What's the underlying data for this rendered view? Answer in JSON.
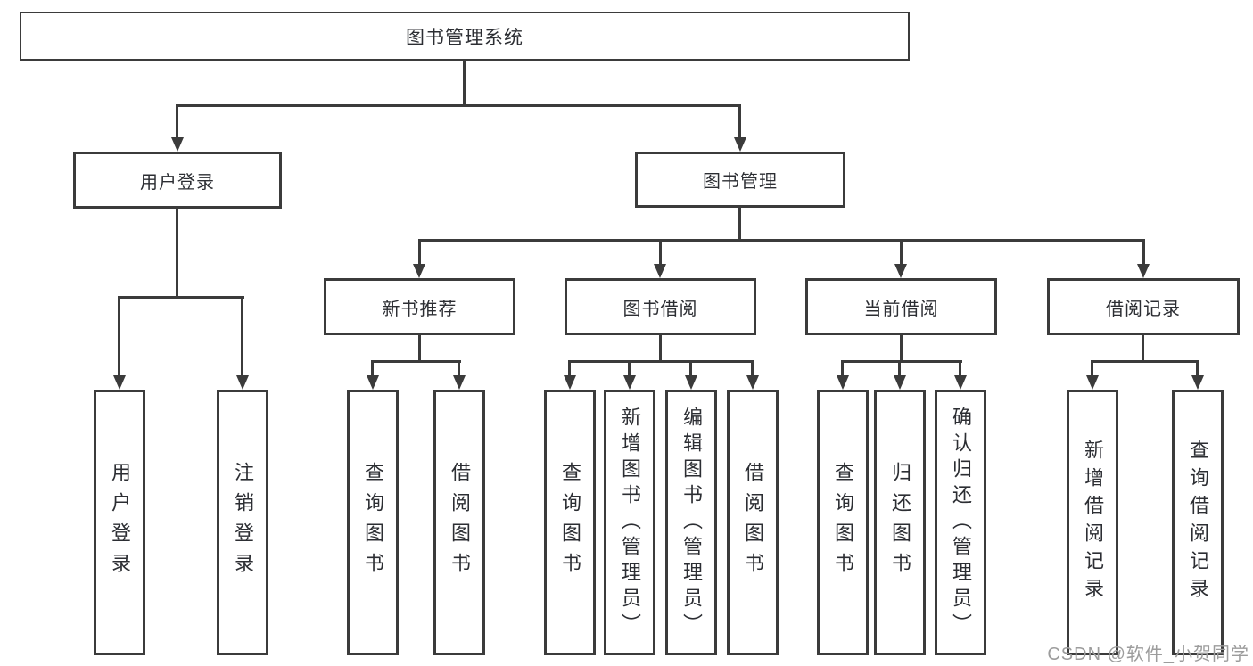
{
  "diagram": {
    "root": {
      "label": "图书管理系统"
    },
    "level2": [
      {
        "label": "用户登录"
      },
      {
        "label": "图书管理"
      }
    ],
    "level3": [
      {
        "label": "新书推荐"
      },
      {
        "label": "图书借阅"
      },
      {
        "label": "当前借阅"
      },
      {
        "label": "借阅记录"
      }
    ],
    "leaves": {
      "user_login": [
        {
          "label": "用户登录"
        },
        {
          "label": "注销登录"
        }
      ],
      "new_books": [
        {
          "label": "查询图书"
        },
        {
          "label": "借阅图书"
        }
      ],
      "book_borrow": [
        {
          "label": "查询图书"
        },
        {
          "label": "新增图书（管理员）"
        },
        {
          "label": "编辑图书（管理员）"
        },
        {
          "label": "借阅图书"
        }
      ],
      "current_borrow": [
        {
          "label": "查询图书"
        },
        {
          "label": "归还图书"
        },
        {
          "label": "确认归还（管理员）"
        }
      ],
      "borrow_records": [
        {
          "label": "新增借阅记录"
        },
        {
          "label": "查询借阅记录"
        }
      ]
    },
    "watermark": "CSDN @软件_小贺同学",
    "colors": {
      "line": "#3b3b3b",
      "text": "#2c2e33",
      "watermark": "#9c9c9c",
      "background": "#ffffff"
    }
  }
}
